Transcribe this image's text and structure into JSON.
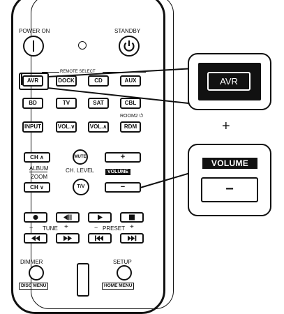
{
  "remote": {
    "power_on": "POWER ON",
    "standby": "STANDBY",
    "remote_select": "REMOTE SELECT",
    "row1": [
      "AVR",
      "DOCK",
      "CD",
      "AUX"
    ],
    "row2": [
      "BD",
      "TV",
      "SAT",
      "CBL"
    ],
    "row3": [
      "INPUT",
      "VOL.∨",
      "VOL.∧",
      "RDM"
    ],
    "room2": "ROOM2 ⏻",
    "ch_up": "CH ∧",
    "ch_down": "CH ∨",
    "mute": "MUTE",
    "album": "ALBUM",
    "zoom": "ZOOM",
    "ch_level": "CH. LEVEL",
    "tv_btn": "T/V",
    "volume": "VOLUME",
    "vol_plus": "+",
    "vol_minus": "−",
    "tune": "TUNE",
    "preset": "PRESET",
    "minus_sign": "−",
    "plus_sign": "+",
    "dimmer": "DIMMER",
    "disc_menu": "DISC MENU",
    "setup": "SETUP",
    "home_menu": "HOME MENU"
  },
  "callouts": {
    "avr_label": "AVR",
    "plus": "+",
    "volume_tag": "VOLUME",
    "minus_label": "−"
  },
  "colors": {
    "ink": "#111111",
    "background": "#ffffff"
  }
}
